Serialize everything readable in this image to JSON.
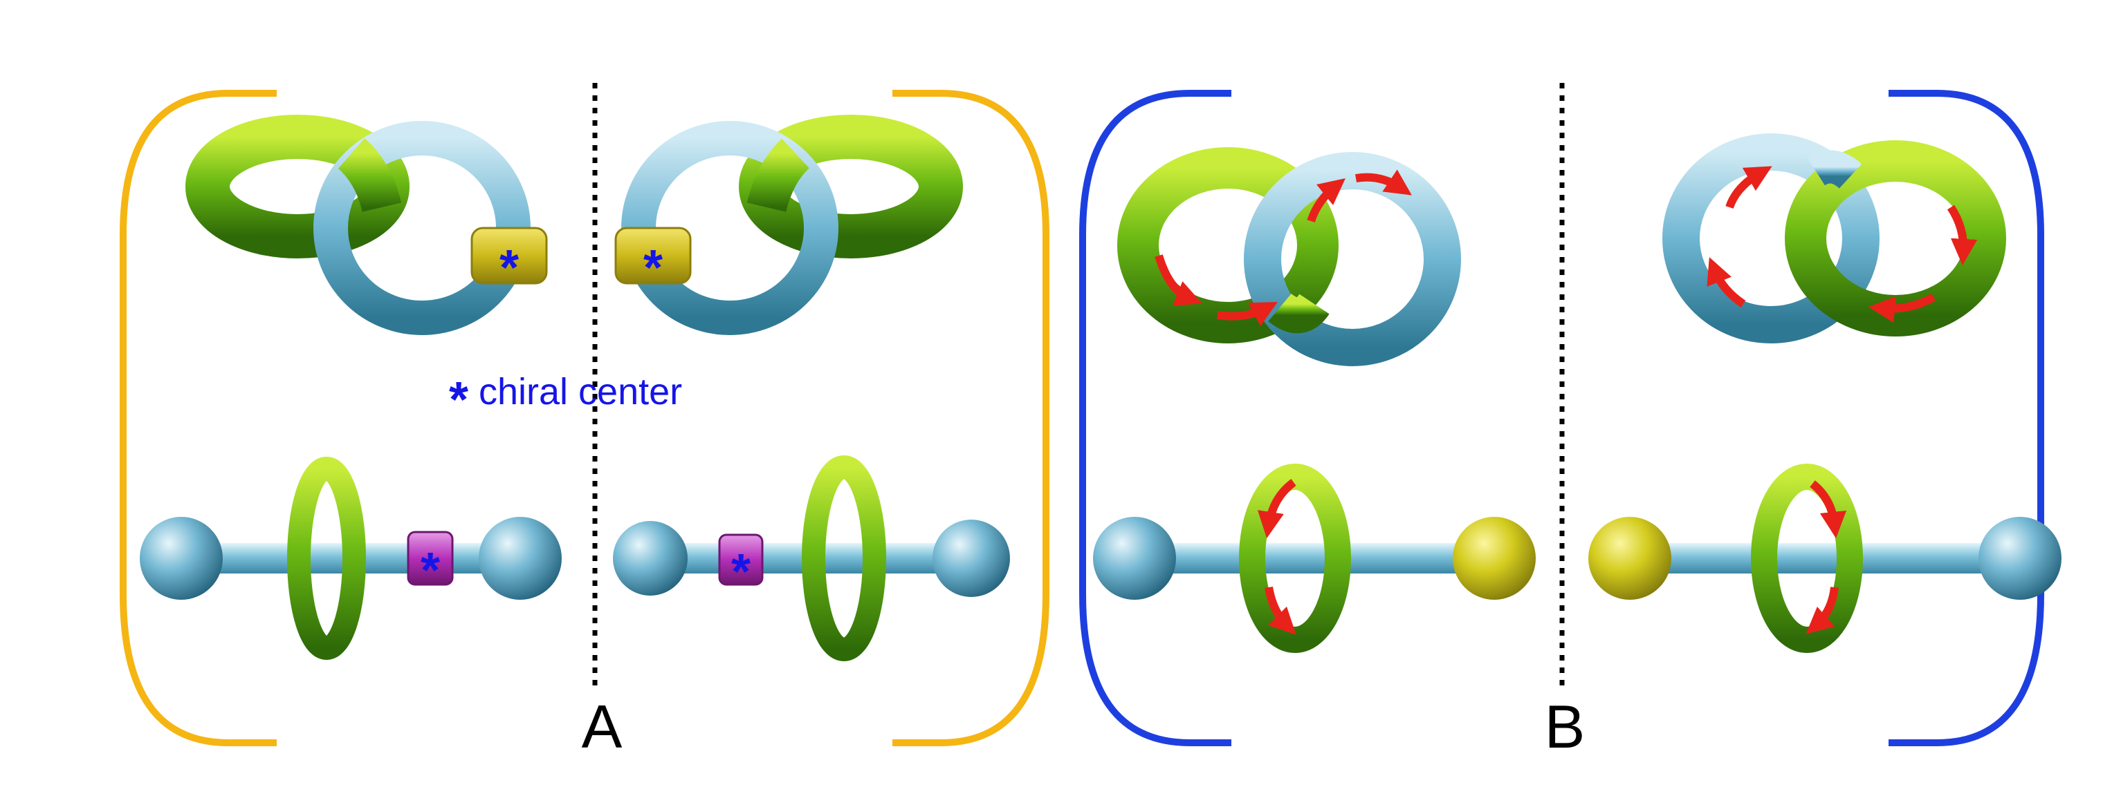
{
  "panels": [
    {
      "letter": "A",
      "bracket_color": "#F5B512"
    },
    {
      "letter": "B",
      "bracket_color": "#1E3FE0"
    }
  ],
  "legend": {
    "symbol": "*",
    "text": "chiral center",
    "color": "#1515E8"
  },
  "star_symbol": "*",
  "colors": {
    "green_ring": "#5FB012",
    "blue_ring": "#6FB6D2",
    "yellow_band": "#D6C21A",
    "magenta_band": "#B52FB8",
    "yellow_stopper": "#D6D020",
    "arrow": "#E8221A",
    "mirror_line": "#000000"
  }
}
